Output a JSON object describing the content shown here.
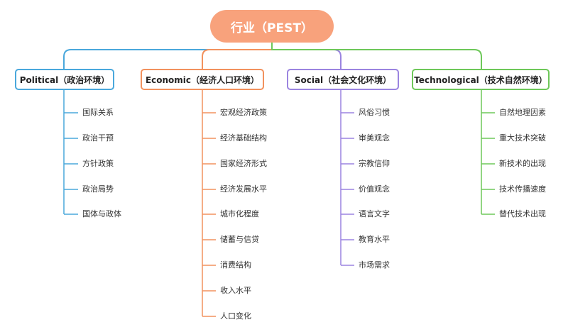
{
  "root": {
    "label": "行业（PEST）"
  },
  "colors": {
    "political": "#4aa8dc",
    "economic": "#f2925e",
    "social": "#9b84e0",
    "technological": "#6ec85a",
    "root_fill": "#f8a27c"
  },
  "branches": [
    {
      "label": "Political（政治环境）",
      "items": [
        "国际关系",
        "政治干预",
        "方针政策",
        "政治局势",
        "国体与政体"
      ]
    },
    {
      "label": "Economic（经济人口环境）",
      "items": [
        "宏观经济政策",
        "经济基础结构",
        "国家经济形式",
        "经济发展水平",
        "城市化程度",
        "储蓄与信贷",
        "消费结构",
        "收入水平",
        "人口变化"
      ]
    },
    {
      "label": "Social（社会文化环境）",
      "items": [
        "风俗习惯",
        "审美观念",
        "宗教信仰",
        "价值观念",
        "语言文字",
        "教育水平",
        "市场需求"
      ]
    },
    {
      "label": "Technological（技术自然环境）",
      "items": [
        "自然地理因素",
        "重大技术突破",
        "新技术的出现",
        "技术传播速度",
        "替代技术出现"
      ]
    }
  ]
}
